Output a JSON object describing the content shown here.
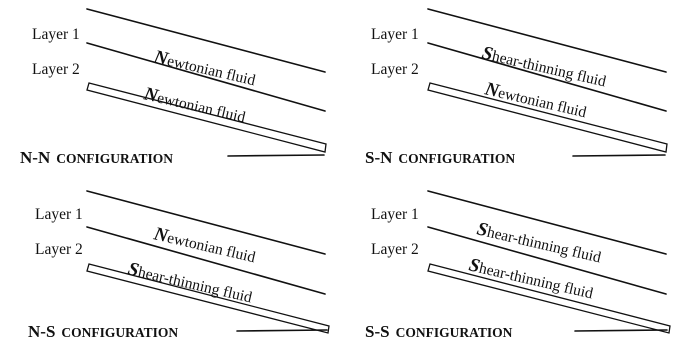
{
  "panels": [
    {
      "layer1_label": "Layer 1",
      "layer2_label": "Layer 2",
      "upper_fluid": {
        "initial": "N",
        "rest": "ewtonian fluid"
      },
      "lower_fluid": {
        "initial": "N",
        "rest": "ewtonian fluid"
      },
      "config_prefix": "N-N",
      "config_word": "CONFIGURATION"
    },
    {
      "layer1_label": "Layer 1",
      "layer2_label": "Layer 2",
      "upper_fluid": {
        "initial": "S",
        "rest": "hear-thinning fluid"
      },
      "lower_fluid": {
        "initial": "N",
        "rest": "ewtonian fluid"
      },
      "config_prefix": "S-N",
      "config_word": "CONFIGURATION"
    },
    {
      "layer1_label": "Layer 1",
      "layer2_label": "Layer 2",
      "upper_fluid": {
        "initial": "N",
        "rest": "ewtonian fluid"
      },
      "lower_fluid": {
        "initial": "S",
        "rest": "hear-thinning fluid"
      },
      "config_prefix": "N-S",
      "config_word": "CONFIGURATION"
    },
    {
      "layer1_label": "Layer 1",
      "layer2_label": "Layer 2",
      "upper_fluid": {
        "initial": "S",
        "rest": "hear-thinning fluid"
      },
      "lower_fluid": {
        "initial": "S",
        "rest": "hear-thinning fluid"
      },
      "config_prefix": "S-S",
      "config_word": "CONFIGURATION"
    }
  ]
}
